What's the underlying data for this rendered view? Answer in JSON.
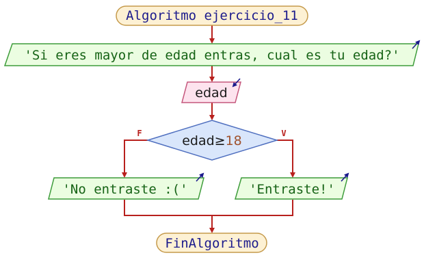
{
  "flowchart": {
    "start_label": "Algoritmo ejercicio_11",
    "output1_text": "'Si eres mayor de edad entras, cual es tu edad?'",
    "input_var": "edad",
    "decision": {
      "var": "edad",
      "op": "≥",
      "value": "18"
    },
    "false_label": "F",
    "true_label": "V",
    "output_false_text": "'No entraste :('",
    "output_true_text": "'Entraste!'",
    "end_label": "FinAlgoritmo"
  },
  "colors": {
    "terminal_fill": "#fdf1d4",
    "terminal_stroke": "#c59a4b",
    "terminal_text": "#1b1a8c",
    "output_fill": "#ebfde1",
    "output_stroke": "#3d9c3a",
    "output_text": "#166316",
    "input_fill": "#fde3ee",
    "input_stroke": "#c5577d",
    "decision_fill": "#d9e6fb",
    "decision_stroke": "#4f6fbf",
    "number_text": "#a0522d",
    "arrow": "#b8201d",
    "io_arrow": "#1b1a8c"
  }
}
